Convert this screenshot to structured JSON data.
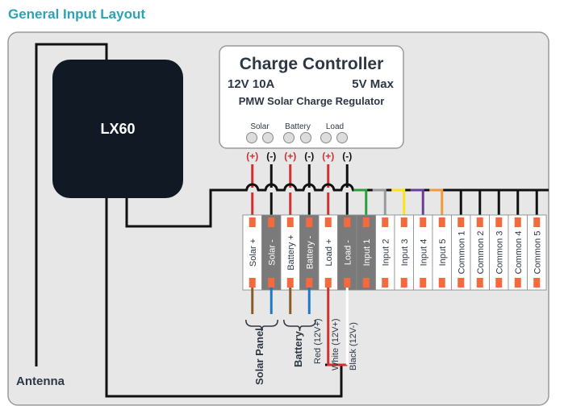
{
  "title": "General Input Layout",
  "module": {
    "name": "LX60"
  },
  "antenna_label": "Antenna",
  "controller": {
    "title": "Charge Controller",
    "spec_left": "12V 10A",
    "spec_right": "5V Max",
    "subtitle": "PMW Solar Charge Regulator",
    "indicator_labels": [
      "Solar",
      "Battery",
      "Load"
    ]
  },
  "polarity_marks": [
    "(+)",
    "(-)",
    "(+)",
    "(-)",
    "(+)",
    "(-)"
  ],
  "terminals": [
    "Solar +",
    "Solar -",
    "Battery +",
    "Battery -",
    "Load +",
    "Load -",
    "Input 1",
    "Input 2",
    "Input 3",
    "Input 4",
    "Input 5",
    "Common 1",
    "Common 2",
    "Common 3",
    "Common 4",
    "Common 5"
  ],
  "groups": {
    "solar": "Solar Panel",
    "battery": "Battery"
  },
  "wire_labels": {
    "red": "Red (12V+)",
    "white": "White (12V+)",
    "black": "Black (12V-)"
  },
  "colors": {
    "title": "#2aa3b4",
    "panel_bg": "#e7e7e7",
    "module_bg": "#111a24",
    "terminal_light": "#ffffff",
    "terminal_dark": "#7a7a7a",
    "pin": "#f26a3d",
    "red": "#d32f2f",
    "brown": "#8b5a2b",
    "blue": "#1e78c8",
    "green": "#2e9e3e",
    "gray": "#9a9a9a",
    "yellow": "#ffe11a",
    "purple": "#6a3d9a",
    "orange": "#f29a3a"
  }
}
